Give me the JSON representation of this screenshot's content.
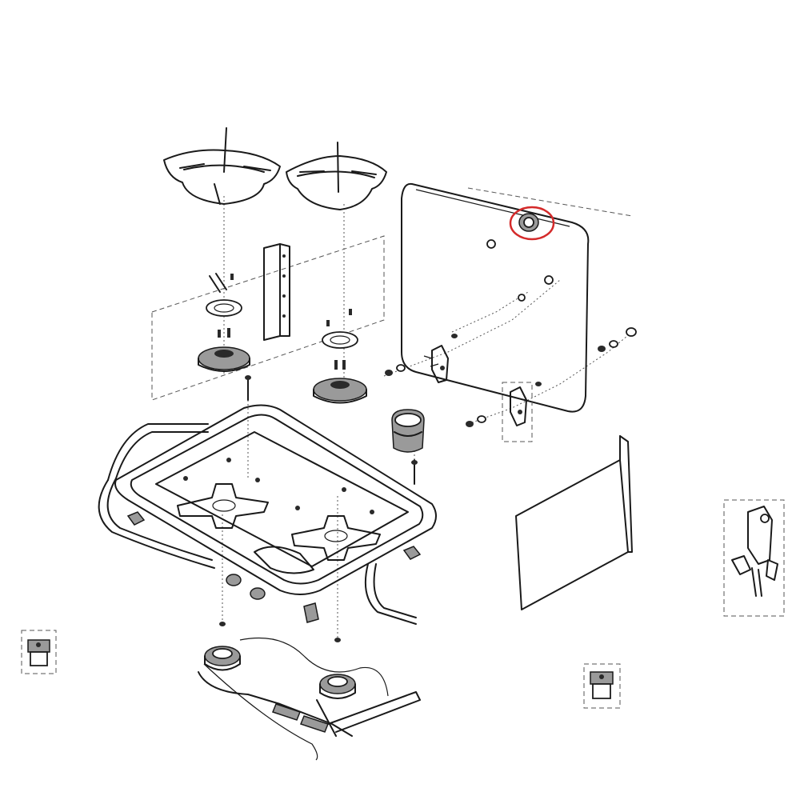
{
  "diagram": {
    "parts": [
      "pan-support-left",
      "pan-support-right",
      "rear-panel-bracket",
      "burner-ring-left",
      "burner-cap-left",
      "burner-ring-right",
      "burner-cap-right",
      "hob-tray",
      "gas-pipe",
      "control-knob",
      "glass-lid",
      "lid-grommet",
      "lid-hinge-left",
      "lid-hinge-right",
      "side-panel",
      "hinge-detail",
      "injector-left",
      "injector-right",
      "gas-valves",
      "gas-manifold"
    ],
    "highlighted_part": "lid-grommet",
    "highlight_color": "#d42a2a",
    "line_color": "#1a1a1a"
  }
}
